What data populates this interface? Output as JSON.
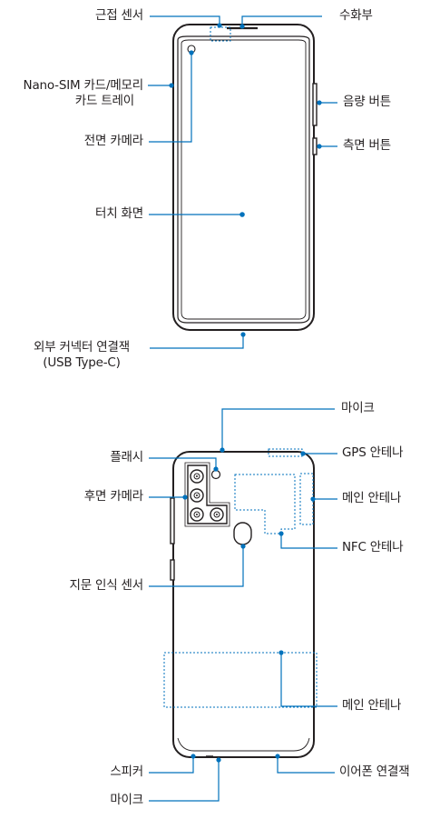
{
  "front": {
    "labels": {
      "proximity_sensor": "근접 센서",
      "earpiece": "수화부",
      "sim_tray_line1": "Nano-SIM 카드/메모리",
      "sim_tray_line2": "카드 트레이",
      "volume_key": "음량 버튼",
      "front_camera": "전면 카메라",
      "side_key": "측면 버튼",
      "touch_screen": "터치 화면",
      "connector_line1": "외부 커넥터 연결잭",
      "connector_line2": "(USB Type-C)"
    }
  },
  "back": {
    "labels": {
      "mic_top": "마이크",
      "flash": "플래시",
      "gps_antenna": "GPS 안테나",
      "rear_camera": "후면 카메라",
      "main_antenna_top": "메인 안테나",
      "nfc_antenna": "NFC 안테나",
      "fingerprint_sensor": "지문 인식 센서",
      "main_antenna_bottom": "메인 안테나",
      "speaker": "스피커",
      "earphone_jack": "이어폰 연결잭",
      "mic_bottom": "마이크"
    }
  },
  "colors": {
    "outline": "#231f20",
    "callout": "#0072bc",
    "antenna": "#0072bc"
  }
}
